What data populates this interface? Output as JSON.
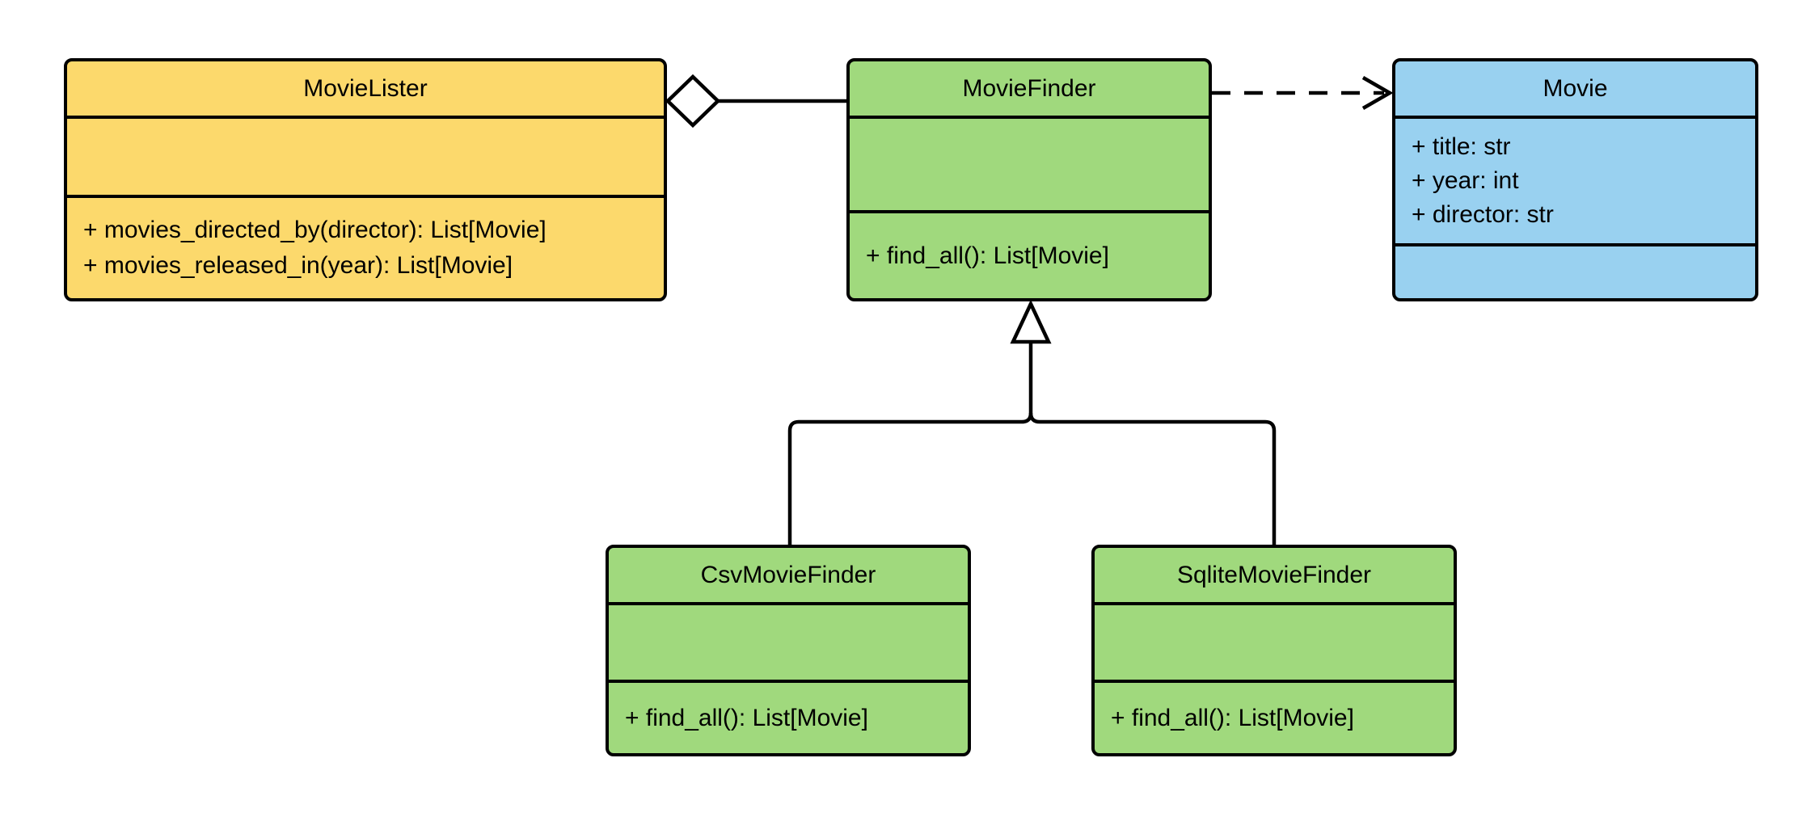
{
  "diagram": {
    "type": "uml-class-diagram",
    "background_color": "#ffffff",
    "stroke_color": "#000000",
    "classes": [
      {
        "name": "MovieLister",
        "fill": "#FCD96C",
        "attributes": [],
        "methods": [
          "+ movies_directed_by(director): List[Movie]",
          "+ movies_released_in(year): List[Movie]"
        ]
      },
      {
        "name": "MovieFinder",
        "fill": "#A0D97D",
        "attributes": [],
        "methods": [
          "+ find_all(): List[Movie]"
        ]
      },
      {
        "name": "Movie",
        "fill": "#99D1F0",
        "attributes": [
          "+ title: str",
          "+ year: int",
          "+ director: str"
        ],
        "methods": []
      },
      {
        "name": "CsvMovieFinder",
        "fill": "#A0D97D",
        "attributes": [],
        "methods": [
          "+ find_all(): List[Movie]"
        ]
      },
      {
        "name": "SqliteMovieFinder",
        "fill": "#A0D97D",
        "attributes": [],
        "methods": [
          "+ find_all(): List[Movie]"
        ]
      }
    ],
    "relationships": [
      {
        "type": "aggregation",
        "from": "MovieLister",
        "to": "MovieFinder"
      },
      {
        "type": "dependency",
        "from": "MovieFinder",
        "to": "Movie"
      },
      {
        "type": "inheritance",
        "from": "CsvMovieFinder",
        "to": "MovieFinder"
      },
      {
        "type": "inheritance",
        "from": "SqliteMovieFinder",
        "to": "MovieFinder"
      }
    ]
  }
}
